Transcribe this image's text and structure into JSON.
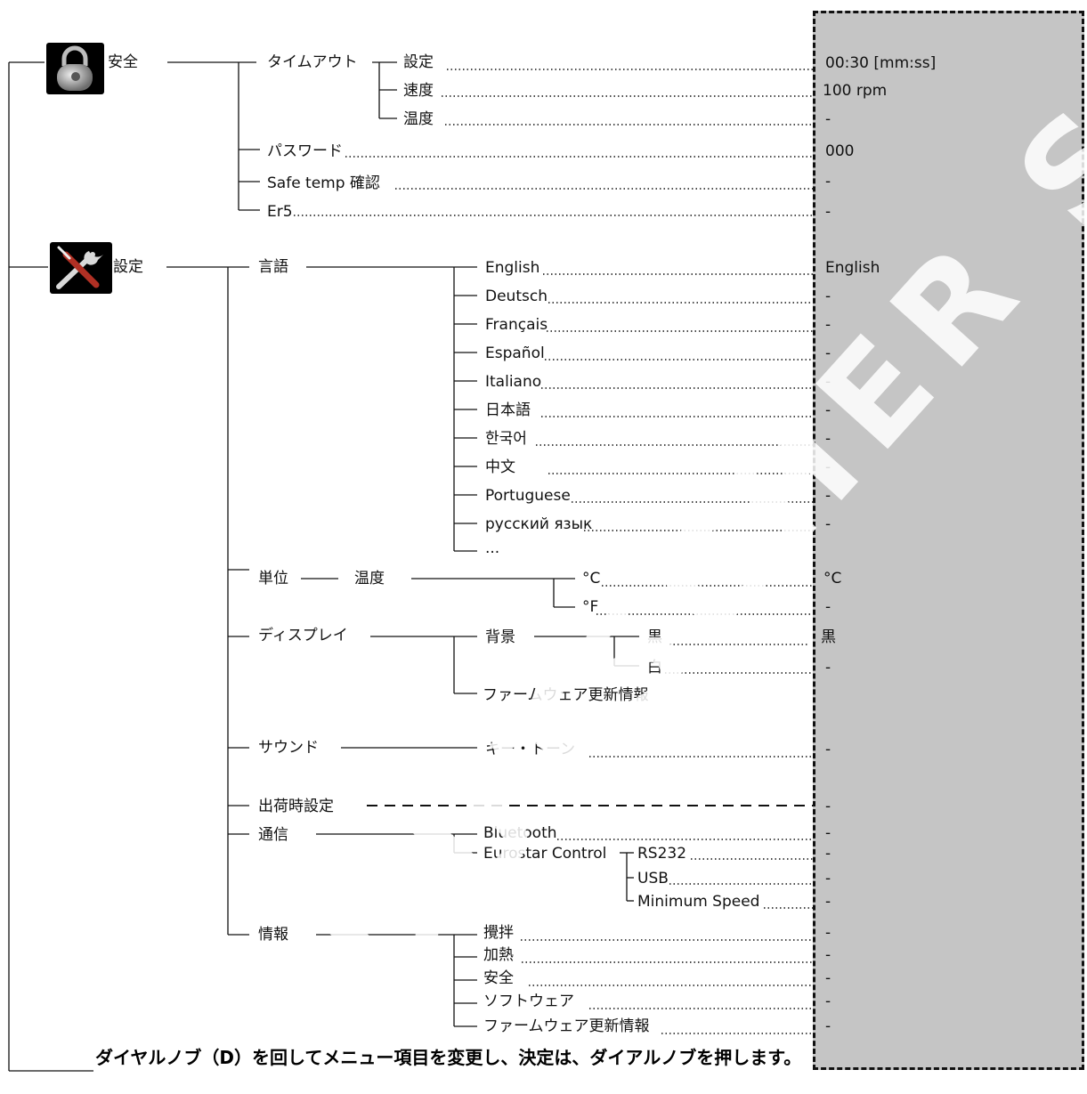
{
  "colors": {
    "panel": "#c5c5c5",
    "line": "#111111",
    "icon_bg": "#000000",
    "accent_red": "#c0392b"
  },
  "icons": {
    "security": "padlock-icon",
    "settings": "screwdriver-wrench-icon"
  },
  "watermark": "DUTSCHER SAS",
  "footer": "ダイヤルノブ（D）を回してメニュー項目を変更し、決定は、ダイアルノブを押します。",
  "nodes": {
    "anzen": "安全",
    "timeout": "タイムアウト",
    "timeout_setting": "設定",
    "timeout_speed": "速度",
    "timeout_temp": "温度",
    "password": "パスワード",
    "safe_temp": "Safe temp 確認",
    "er5": "Er5",
    "settei": "設定",
    "gengo": "言語",
    "lang": [
      "English",
      "Deutsch",
      "Français",
      "Español",
      "Italiano",
      "日本語",
      "한국어",
      "中文",
      "Portuguese",
      "русский язык",
      "..."
    ],
    "tani": "単位",
    "tani_temp": "温度",
    "celsius": "°C",
    "fahrenheit": "°F",
    "display": "ディスプレイ",
    "background": "背景",
    "black": "黒",
    "white": "白",
    "display_fw": "ファームウェア更新情報",
    "sound": "サウンド",
    "keytone": "キー・トーン",
    "factory": "出荷時設定",
    "comm": "通信",
    "bluetooth": "Bluetooth",
    "eurostar": "Eurostar Control",
    "rs232": "RS232",
    "usb": "USB",
    "minspeed": "Minimum Speed",
    "info": "情報",
    "info_stir": "攪拌",
    "info_heat": "加熱",
    "info_safety": "安全",
    "info_software": "ソフトウェア",
    "info_fw": "ファームウェア更新情報"
  },
  "values": {
    "timeout_setting": "00:30 [mm:ss]",
    "timeout_speed": "100 rpm",
    "timeout_temp": "-",
    "password": "000",
    "safe_temp": "-",
    "er5": "-",
    "lang": [
      "English",
      "-",
      "-",
      "-",
      "-",
      "-",
      "-",
      "-",
      "-",
      "-"
    ],
    "celsius": "°C",
    "fahrenheit": "-",
    "black": "黒",
    "white": "-",
    "keytone": "-",
    "factory": "-",
    "bluetooth": "-",
    "rs232": "-",
    "usb": "-",
    "minspeed": "-",
    "info_stir": "-",
    "info_heat": "-",
    "info_safety": "-",
    "info_software": "-",
    "info_fw": "-"
  }
}
